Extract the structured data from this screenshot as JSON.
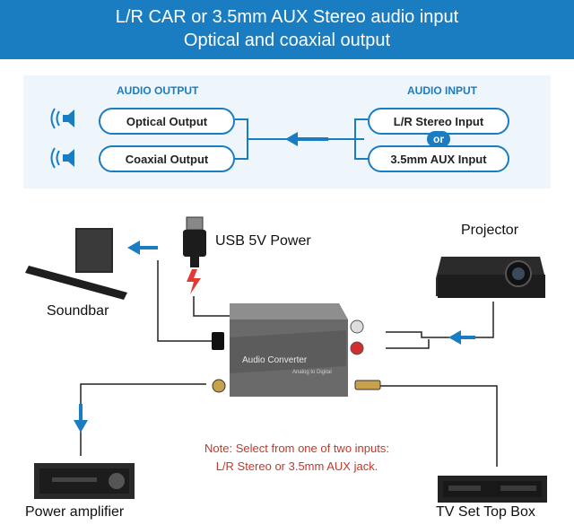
{
  "banner": {
    "line1": "L/R CAR or 3.5mm AUX Stereo audio input",
    "line2": "Optical and coaxial output"
  },
  "panel": {
    "output_heading": "AUDIO OUTPUT",
    "input_heading": "AUDIO INPUT",
    "outputs": [
      "Optical Output",
      "Coaxial Output"
    ],
    "inputs": [
      "L/R Stereo Input",
      "3.5mm AUX Input"
    ],
    "or_text": "or"
  },
  "device": {
    "name": "Audio Converter",
    "sub": "Analog to Digital"
  },
  "labels": {
    "usb": "USB 5V Power",
    "projector": "Projector",
    "soundbar": "Soundbar",
    "power_amplifier": "Power amplifier",
    "tv_box": "TV Set Top Box"
  },
  "note": {
    "line1": "Note: Select from one of two inputs:",
    "line2": "L/R Stereo or 3.5mm AUX jack."
  },
  "colors": {
    "brand_blue": "#1a7dc2",
    "note_red": "#c0392b",
    "usb_bolt": "#e53935"
  }
}
